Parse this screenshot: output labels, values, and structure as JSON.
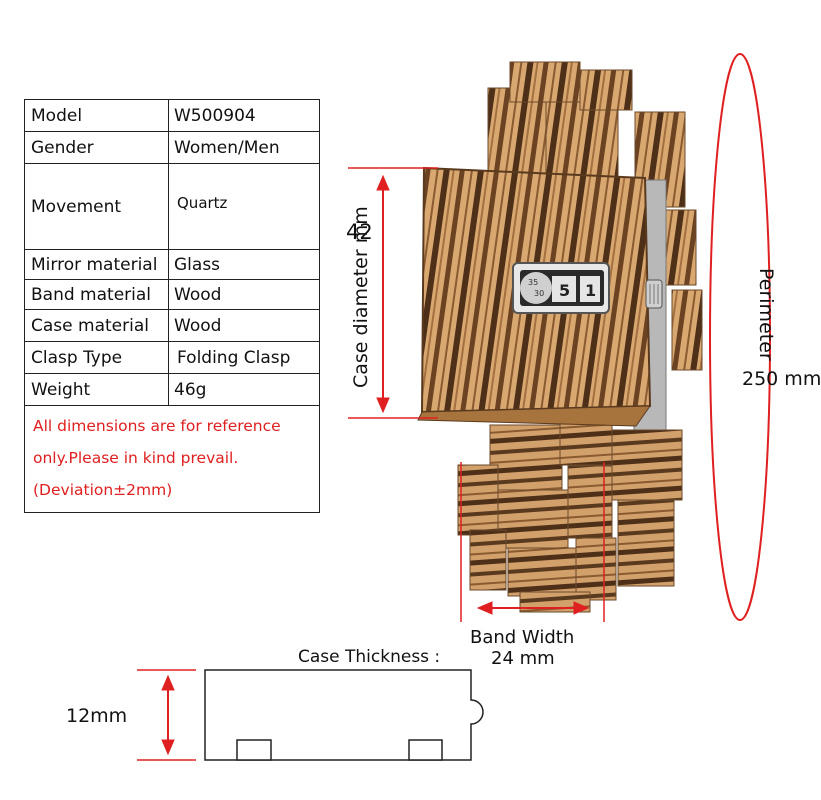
{
  "specs": [
    {
      "label": "Model",
      "value": "W500904"
    },
    {
      "label": "Gender",
      "value": "Women/Men"
    },
    {
      "label": "Movement",
      "value": "Quartz"
    },
    {
      "label": "Mirror material",
      "value": "Glass"
    },
    {
      "label": "Band material",
      "value": "Wood"
    },
    {
      "label": "Case material",
      "value": "Wood"
    },
    {
      "label": "Clasp Type",
      "value": "Folding Clasp"
    },
    {
      "label": "Weight",
      "value": "46g"
    }
  ],
  "note": {
    "line1": "All dimensions are for reference",
    "line2": "only.Please in kind prevail.",
    "line3": "(Deviation±2mm)"
  },
  "dial": {
    "digit_left": "5",
    "digit_right": "1",
    "ring_a": "35",
    "ring_b": "30"
  },
  "dimensions": {
    "case_diameter_label": "Case diameter  mm",
    "case_diameter_value": "42",
    "perimeter_label": "Perimeter",
    "perimeter_value": "250  mm",
    "band_width_label": "Band Width",
    "band_width_value": "24 mm",
    "case_thickness_label": "Case Thickness :",
    "case_thickness_value": "12mm"
  },
  "colors": {
    "accent_red": "#e02020",
    "wood_light": "#d9a870",
    "wood_dark": "#5a3a1e"
  }
}
